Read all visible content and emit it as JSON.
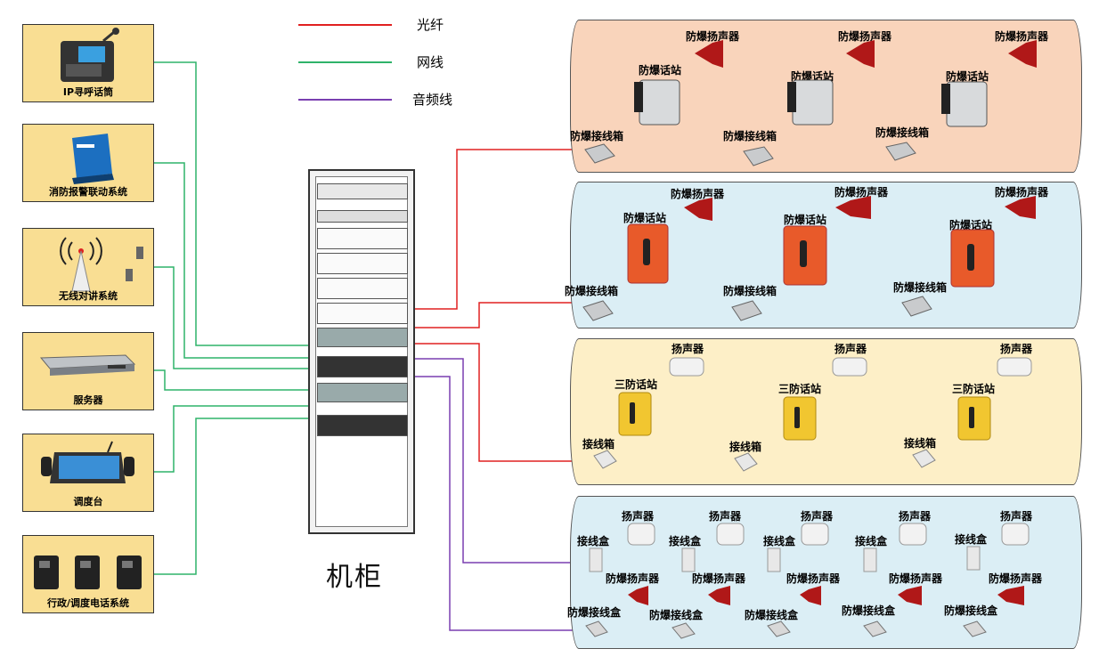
{
  "legend": {
    "fiber_label": "光纤",
    "network_label": "网线",
    "audio_label": "音频线",
    "colors": {
      "fiber": "#e02020",
      "network": "#2fb36a",
      "audio": "#7a3fb0"
    }
  },
  "cabinet": {
    "title": "机柜"
  },
  "devices": {
    "ip_paging": "IP寻呼话筒",
    "fire_alarm": "消防报警联动系统",
    "radio": "无线对讲系统",
    "server": "服务器",
    "console": "调度台",
    "phones": "行政/调度电话系统"
  },
  "zone1": {
    "speaker_label": "防爆扬声器",
    "station_label": "防爆话站",
    "box_label": "防爆接线箱",
    "background": "#f9d4bb"
  },
  "zone2": {
    "speaker_label": "防爆扬声器",
    "station_label": "防爆话站",
    "box_label": "防爆接线箱",
    "background": "#dbeef5"
  },
  "zone3": {
    "speaker_label": "扬声器",
    "station_label": "三防话站",
    "box_label": "接线箱",
    "background": "#fdefc7"
  },
  "zone4": {
    "speaker_label": "扬声器",
    "box_label": "接线盒",
    "ex_speaker_label": "防爆扬声器",
    "ex_box_label": "防爆接线盒",
    "background": "#dbeef5"
  }
}
